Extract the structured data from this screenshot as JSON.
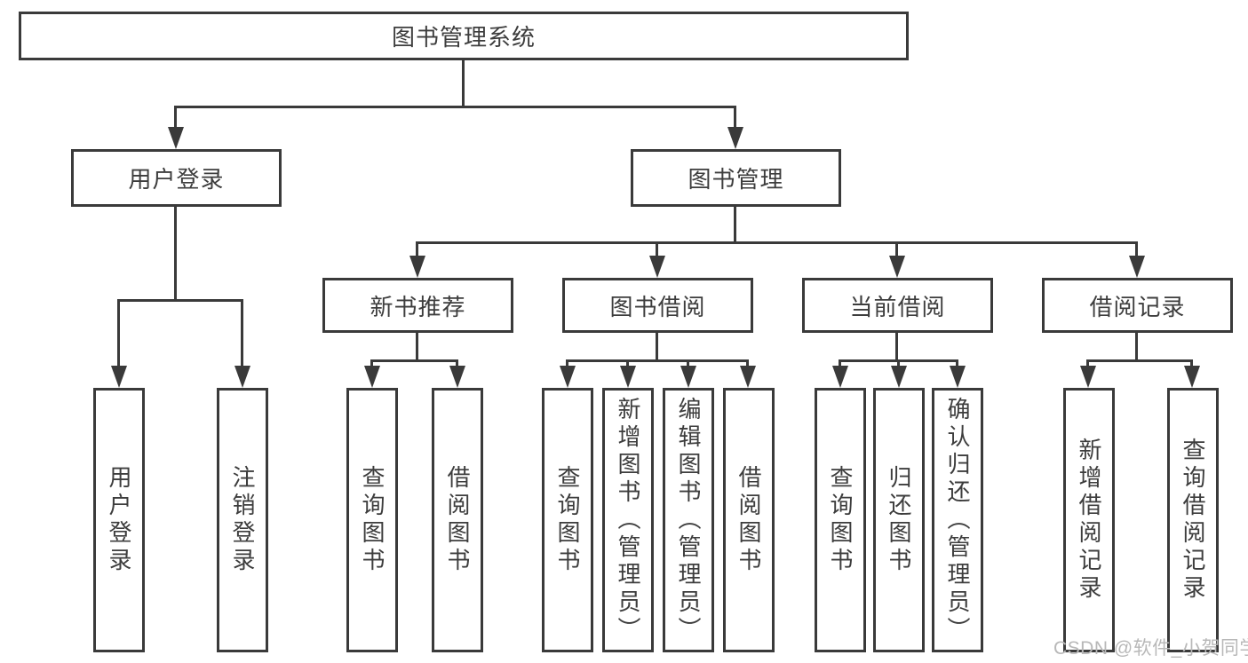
{
  "diagram": {
    "root": "图书管理系统",
    "level2": {
      "user_login": "用户登录",
      "book_mgmt": "图书管理"
    },
    "level3": {
      "new_books": "新书推荐",
      "borrow": "图书借阅",
      "current": "当前借阅",
      "records": "借阅记录"
    },
    "leaves": {
      "login": "用户登录",
      "logout": "注销登录",
      "nb_query": "查询图书",
      "nb_borrow": "借阅图书",
      "bw_query": "查询图书",
      "bw_add": "新增图书（管理员）",
      "bw_edit": "编辑图书（管理员）",
      "bw_borrow": "借阅图书",
      "cur_query": "查询图书",
      "cur_return": "归还图书",
      "cur_confirm": "确认归还（管理员）",
      "rec_add": "新增借阅记录",
      "rec_query": "查询借阅记录"
    }
  },
  "watermark": "CSDN @软件_小贺同学",
  "icons": {
    "arrow-down-icon": "css-triangle-down"
  },
  "colors": {
    "line": "#3a3a3a",
    "text": "#3d3d3d",
    "background": "#ffffff",
    "watermark": "#b8b8b8"
  }
}
